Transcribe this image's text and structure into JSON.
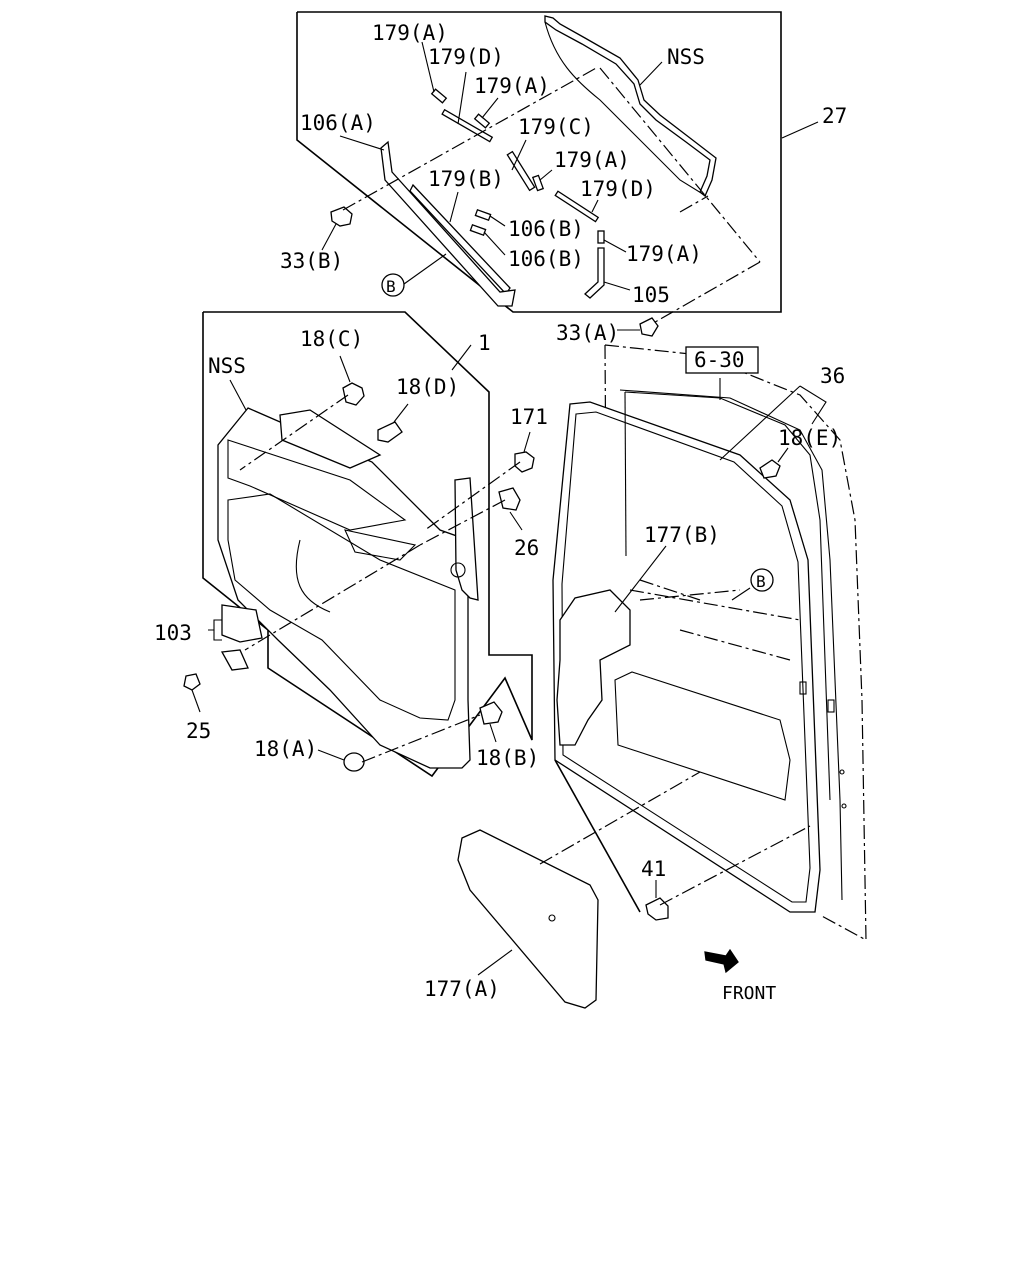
{
  "diagram": {
    "labels": {
      "l179a_1": "179(A)",
      "l179d_1": "179(D)",
      "l179a_2": "179(A)",
      "l179c": "179(C)",
      "l179a_3": "179(A)",
      "l179b": "179(B)",
      "l179d_2": "179(D)",
      "l179a_4": "179(A)",
      "l106a": "106(A)",
      "l106b_1": "106(B)",
      "l106b_2": "106(B)",
      "l105": "105",
      "l33b": "33(B)",
      "l33a": "33(A)",
      "lnss_top": "NSS",
      "l27": "27",
      "lb_top": "B",
      "l1": "1",
      "l18c": "18(C)",
      "lnss_mid": "NSS",
      "l18d": "18(D)",
      "l171": "171",
      "l26": "26",
      "l103": "103",
      "l25": "25",
      "l18a": "18(A)",
      "l18b": "18(B)",
      "l630": "6-30",
      "l36": "36",
      "l18e": "18(E)",
      "l177b": "177(B)",
      "lb_mid": "B",
      "l41": "41",
      "l177a": "177(A)",
      "lfront": "FRONT"
    }
  }
}
